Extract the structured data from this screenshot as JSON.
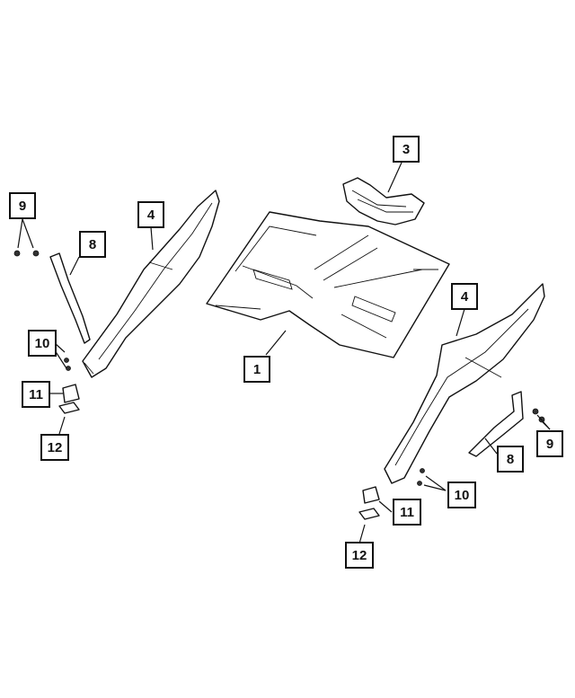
{
  "callouts": {
    "c1": "1",
    "c3": "3",
    "c4_left": "4",
    "c4_right": "4",
    "c8_left": "8",
    "c8_right": "8",
    "c9_left": "9",
    "c9_right": "9",
    "c10_left": "10",
    "c10_right": "10",
    "c11_left": "11",
    "c11_right": "11",
    "c12_left": "12",
    "c12_right": "12"
  }
}
